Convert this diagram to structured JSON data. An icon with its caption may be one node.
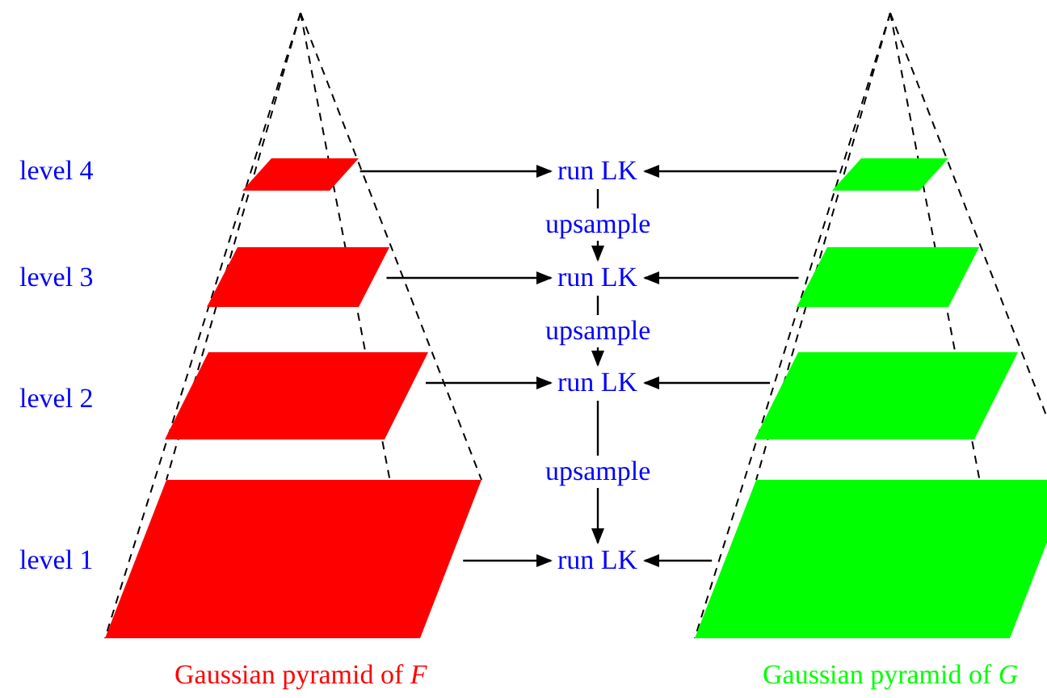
{
  "diagram": {
    "nodes": [
      {
        "text": [],
        "shape": "parallelogram"
      },
      {
        "text": [
          "run LK"
        ]
      },
      {
        "text": [],
        "shape": "parallelogram"
      },
      {
        "text": [],
        "shape": "parallelogram"
      },
      {
        "text": [
          "run LK"
        ]
      },
      {
        "text": [],
        "shape": "parallelogram"
      },
      {
        "text": [],
        "shape": "parallelogram"
      },
      {
        "text": [
          "run LK"
        ]
      },
      {
        "text": [],
        "shape": "parallelogram"
      },
      {
        "text": [],
        "shape": "parallelogram"
      },
      {
        "text": [
          "run LK"
        ]
      },
      {
        "text": [],
        "shape": "parallelogram"
      }
    ],
    "edges": [
      {
        "from": 0,
        "to": 1,
        "arrow": "to"
      },
      {
        "from": 2,
        "to": 1,
        "arrow": "to"
      },
      {
        "from": 1,
        "to": 4,
        "arrow": "to",
        "label": "upsample"
      },
      {
        "from": 3,
        "to": 4,
        "arrow": "to"
      },
      {
        "from": 5,
        "to": 4,
        "arrow": "to"
      },
      {
        "from": 4,
        "to": 7,
        "arrow": "to",
        "label": "upsample"
      },
      {
        "from": 6,
        "to": 7,
        "arrow": "to"
      },
      {
        "from": 8,
        "to": 7,
        "arrow": "to"
      },
      {
        "from": 7,
        "to": 10,
        "arrow": "to",
        "label": "upsample"
      },
      {
        "from": 9,
        "to": 10,
        "arrow": "to"
      },
      {
        "from": 11,
        "to": 10,
        "arrow": "to"
      }
    ],
    "labels": [
      "level 4",
      "level 3",
      "level 2",
      "level 1",
      "Gaussian pyramid of *F*",
      "Gaussian pyramid of *G*"
    ]
  }
}
